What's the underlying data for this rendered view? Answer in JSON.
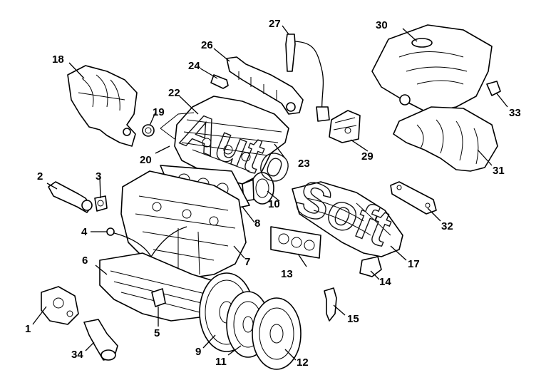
{
  "labels": [
    "1",
    "2",
    "3",
    "4",
    "5",
    "6",
    "7",
    "8",
    "9",
    "10",
    "11",
    "12",
    "13",
    "14",
    "15",
    "17",
    "18",
    "19",
    "20",
    "22",
    "23",
    "24",
    "26",
    "27",
    "29",
    "30",
    "31",
    "32",
    "33",
    "34"
  ],
  "watermark": {
    "line1": "Auto",
    "line2": "Soft"
  },
  "colors": {
    "ink": "#000000",
    "paper": "#ffffff"
  }
}
